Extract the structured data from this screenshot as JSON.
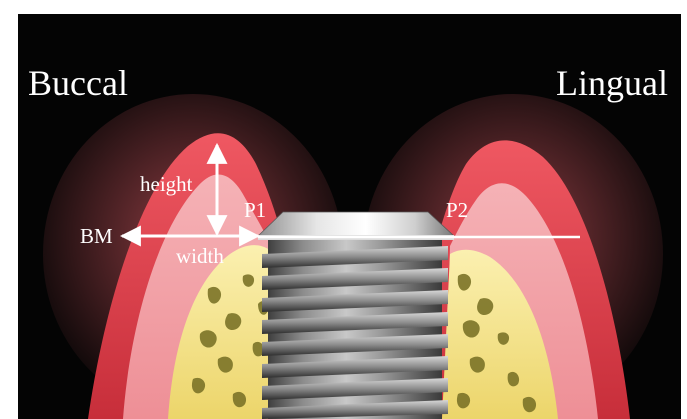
{
  "diagram": {
    "side_left_label": "Buccal",
    "side_right_label": "Lingual",
    "height_label": "height",
    "width_label": "width",
    "bm_label": "BM",
    "p1_label": "P1",
    "p2_label": "P2",
    "colors": {
      "background": "#040404",
      "gingiva_outer": "#d53d47",
      "gingiva_inner": "#ef9aa0",
      "bone": "#f1df86",
      "trabecular": "#7c7428",
      "implant": "#8f8f8f",
      "arrows": "#ffffff"
    }
  }
}
